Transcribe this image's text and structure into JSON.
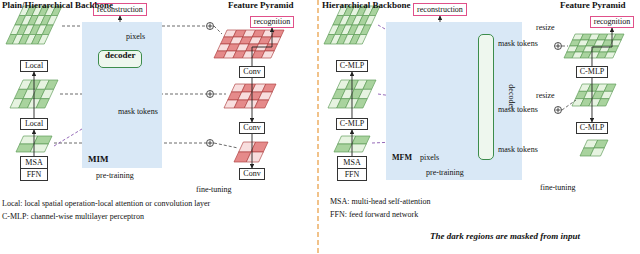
{
  "diagram": {
    "nodes": [
      {
        "text": [
          "Local"
        ]
      },
      {
        "text": [
          "Local"
        ]
      },
      {
        "text": [
          "MSA"
        ]
      },
      {
        "text": [
          "FFN"
        ]
      },
      {
        "text": [
          "reconstruction"
        ]
      },
      {
        "text": [
          "MIM"
        ]
      },
      {
        "text": [
          "decoder"
        ],
        "in": 5
      },
      {
        "text": [
          "Conv"
        ]
      },
      {
        "text": [
          "Conv"
        ]
      },
      {
        "text": [
          "Conv"
        ]
      },
      {
        "text": [
          "recognition"
        ]
      },
      {
        "text": [
          "C-MLP"
        ]
      },
      {
        "text": [
          "C-MLP"
        ]
      },
      {
        "text": [
          "MSA"
        ]
      },
      {
        "text": [
          "FFN"
        ]
      },
      {
        "text": [
          "reconstruction"
        ]
      },
      {
        "text": [
          "pre-training"
        ]
      },
      {
        "text": [
          "decoder"
        ],
        "in": 16
      },
      {
        "text": [
          "C-MLP"
        ]
      },
      {
        "text": [
          "C-MLP"
        ]
      },
      {
        "text": [
          "recognition"
        ]
      }
    ],
    "edges": [
      {
        "from": 1,
        "to": 0,
        "arrow": "to"
      },
      {
        "from": 2,
        "to": 1,
        "arrow": "to"
      },
      {
        "from": 6,
        "to": 4,
        "arrow": "to"
      },
      {
        "from": 7,
        "to": 8,
        "arrow": "to"
      },
      {
        "from": 8,
        "to": 9,
        "arrow": "to"
      },
      {
        "from": 7,
        "to": 10,
        "arrow": "to"
      },
      {
        "from": 12,
        "to": 11,
        "arrow": "to"
      },
      {
        "from": 13,
        "to": 12,
        "arrow": "to"
      },
      {
        "from": 17,
        "to": 15,
        "arrow": "to"
      },
      {
        "from": 18,
        "to": 19,
        "arrow": "to"
      },
      {
        "from": 18,
        "to": 20,
        "arrow": "to"
      }
    ],
    "labels": [
      "Plain/Hierarchical Backbone",
      "Feature Pyramid",
      "pixels",
      "mask tokens",
      "pre-training",
      "fine-tuning",
      "Local: local spatial operation-local attention or convolution layer",
      "C-MLP: channel-wise multilayer perceptron",
      "Hierarchical Backbone",
      "Feature Pyramid",
      "mask tokens",
      "mask tokens",
      "mask tokens",
      "resize",
      "resize",
      "MFM",
      "pixels",
      "fine-tuning",
      "MSA: multi-head self-attention",
      "FFN: feed forward network",
      "The dark regions are masked from input"
    ]
  }
}
